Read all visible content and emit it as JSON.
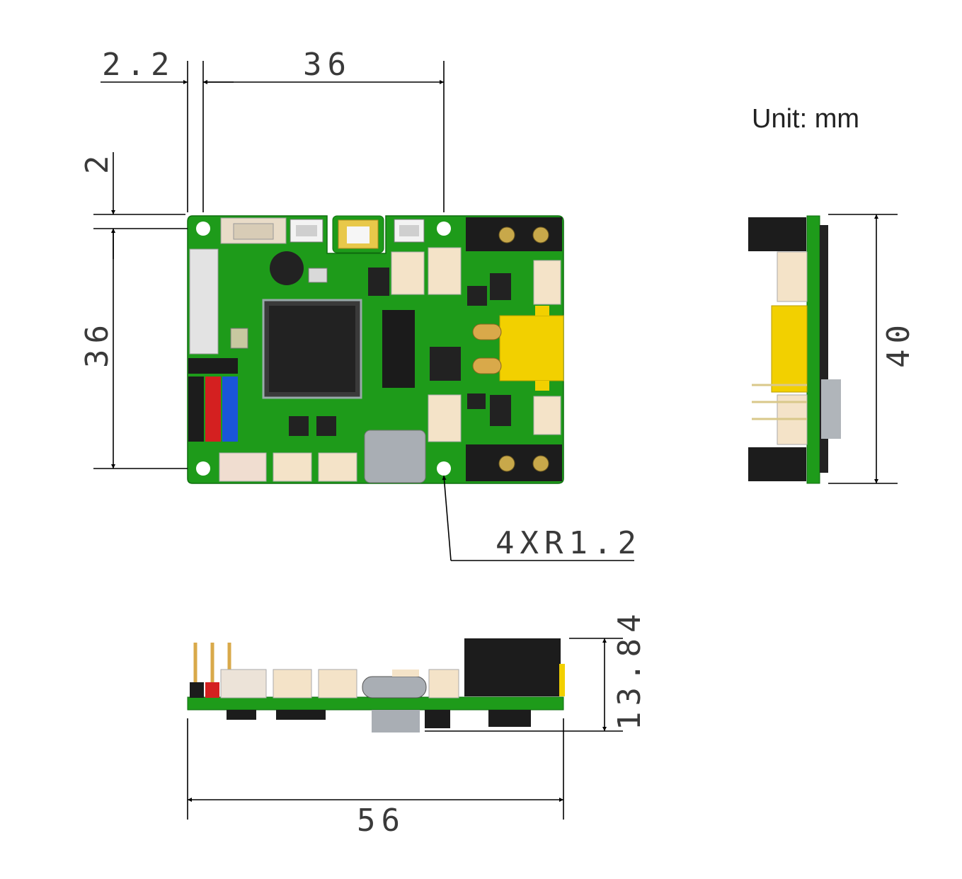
{
  "unit_label": "Unit: mm",
  "dimensions": {
    "hole_offset_x": "2.2",
    "hole_pitch_x": "36",
    "hole_offset_y": "2",
    "hole_pitch_y": "36",
    "side_height": "40",
    "board_length": "56",
    "board_thickness": "13.84",
    "hole_callout": "4XR1.2"
  },
  "colors": {
    "pcb": "#1e9b1a",
    "connector": "#f4e3c8",
    "xt_connector": "#f2d000",
    "header_red": "#d42020",
    "header_blue": "#1a55d8",
    "chip": "#222222",
    "usb": "#a9aeb4",
    "terminal": "#1c1c1c"
  }
}
